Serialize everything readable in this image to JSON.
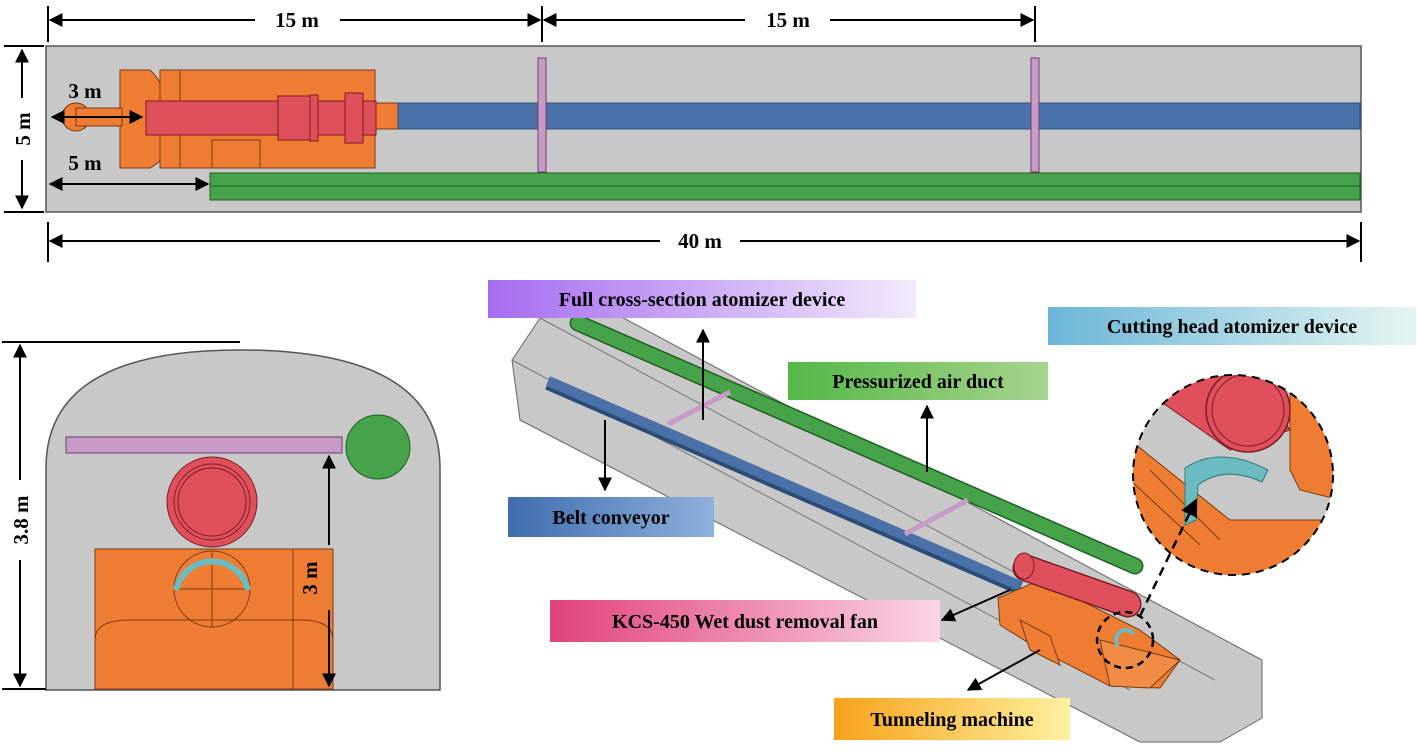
{
  "top_view": {
    "dim_top_left": "15 m",
    "dim_top_right": "15 m",
    "dim_width": "5 m",
    "dim_cutting_head": "3 m",
    "dim_duct_offset": "5 m",
    "dim_length": "40 m"
  },
  "cross_section": {
    "dim_height": "3.8 m",
    "dim_duct_height": "3 m"
  },
  "labels": {
    "full_cross_section": "Full cross-section atomizer device",
    "cutting_head": "Cutting head atomizer device",
    "air_duct": "Pressurized air duct",
    "belt_conveyor": "Belt conveyor",
    "fan": "KCS-450 Wet dust removal fan",
    "tunneling_machine": "Tunneling machine"
  },
  "colors": {
    "tunnel": "#c8c8c8",
    "machine": "#ee7d33",
    "fan": "#e0505c",
    "belt": "#4a72a8",
    "air_duct": "#46a34a",
    "atomizer_ring": "#c89ac8",
    "cutting_atomizer": "#6bbcc0"
  }
}
